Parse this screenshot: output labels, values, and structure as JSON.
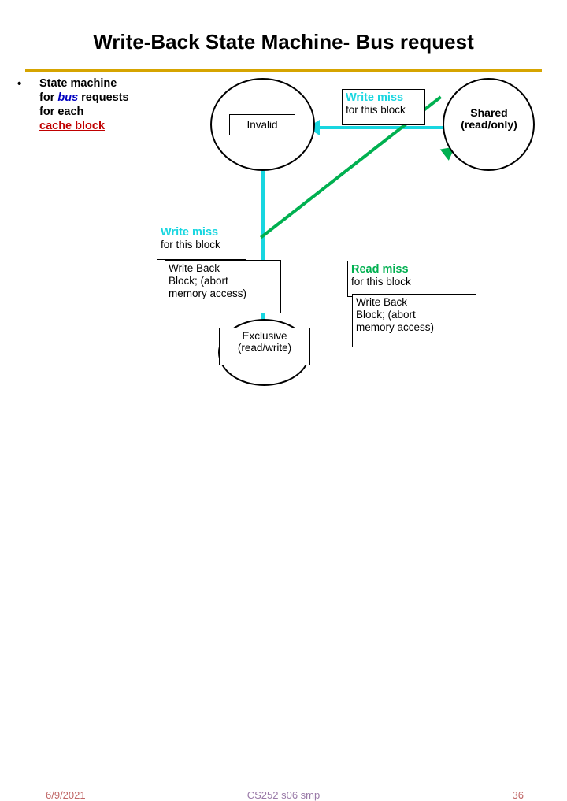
{
  "slide": {
    "title": "Write-Back State Machine- Bus request",
    "bullet": {
      "dot": "•",
      "line1": "State machine",
      "line2_prefix": "for ",
      "line2_em": "bus",
      "line2_suffix": " requests",
      "line3": " for each",
      "line4": "cache block"
    },
    "states": {
      "invalid": "Invalid",
      "shared_line1": "Shared",
      "shared_line2": "(read/only)",
      "exclusive_line1": "Exclusive",
      "exclusive_line2": "(read/write)"
    },
    "callouts": {
      "write_miss_top_head": "Write miss",
      "write_miss_top_sub": "for this block",
      "write_miss_left_head": "Write miss",
      "write_miss_left_sub": "for this block",
      "write_back_left_line1": "Write Back",
      "write_back_left_line2": "Block; (abort",
      "write_back_left_line3": "memory access)",
      "read_miss_head": "Read miss",
      "read_miss_sub": "for this block",
      "write_back_right_line1": "Write Back",
      "write_back_right_line2": "Block; (abort",
      "write_back_right_line3": "memory access)"
    },
    "footer": {
      "date": "6/9/2021",
      "center": "CS252 s06 smp",
      "page": "36"
    },
    "colors": {
      "rule": "#d6a400",
      "cyan": "#18d6e0",
      "green": "#00b050",
      "blue_em": "#0000c0",
      "red_em": "#c00000",
      "footer_side": "#c06666",
      "footer_center": "#9a7aa8"
    }
  }
}
